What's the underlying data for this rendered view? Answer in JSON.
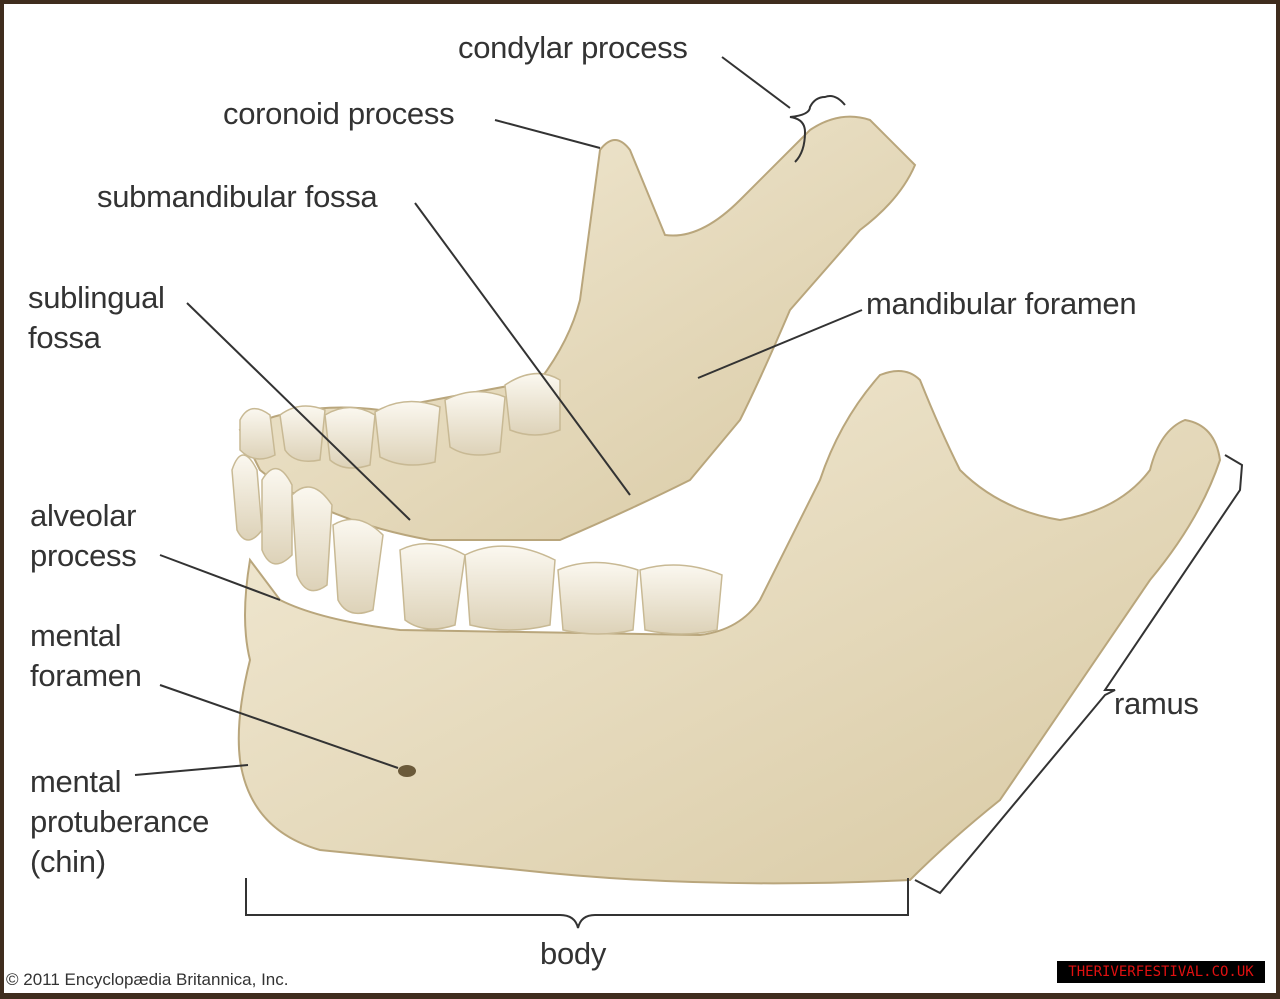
{
  "labels": {
    "condylar": "condylar process",
    "coronoid": "coronoid process",
    "submandibular": "submandibular fossa",
    "sublingual_1": "sublingual",
    "sublingual_2": "fossa",
    "mandibular_foramen": "mandibular foramen",
    "alveolar_1": "alveolar",
    "alveolar_2": "process",
    "mental_foramen_1": "mental",
    "mental_foramen_2": "foramen",
    "mental_prot_1": "mental",
    "mental_prot_2": "protuberance",
    "mental_prot_3": "(chin)",
    "ramus": "ramus",
    "body": "body"
  },
  "copyright": "© 2011 Encyclopædia Britannica, Inc.",
  "watermark": "THERIVERFESTIVAL.CO.UK",
  "colors": {
    "bone": "#e9dec3",
    "bone_shadow": "#c9b890",
    "border": "#3f2d1e",
    "text": "#333333"
  }
}
